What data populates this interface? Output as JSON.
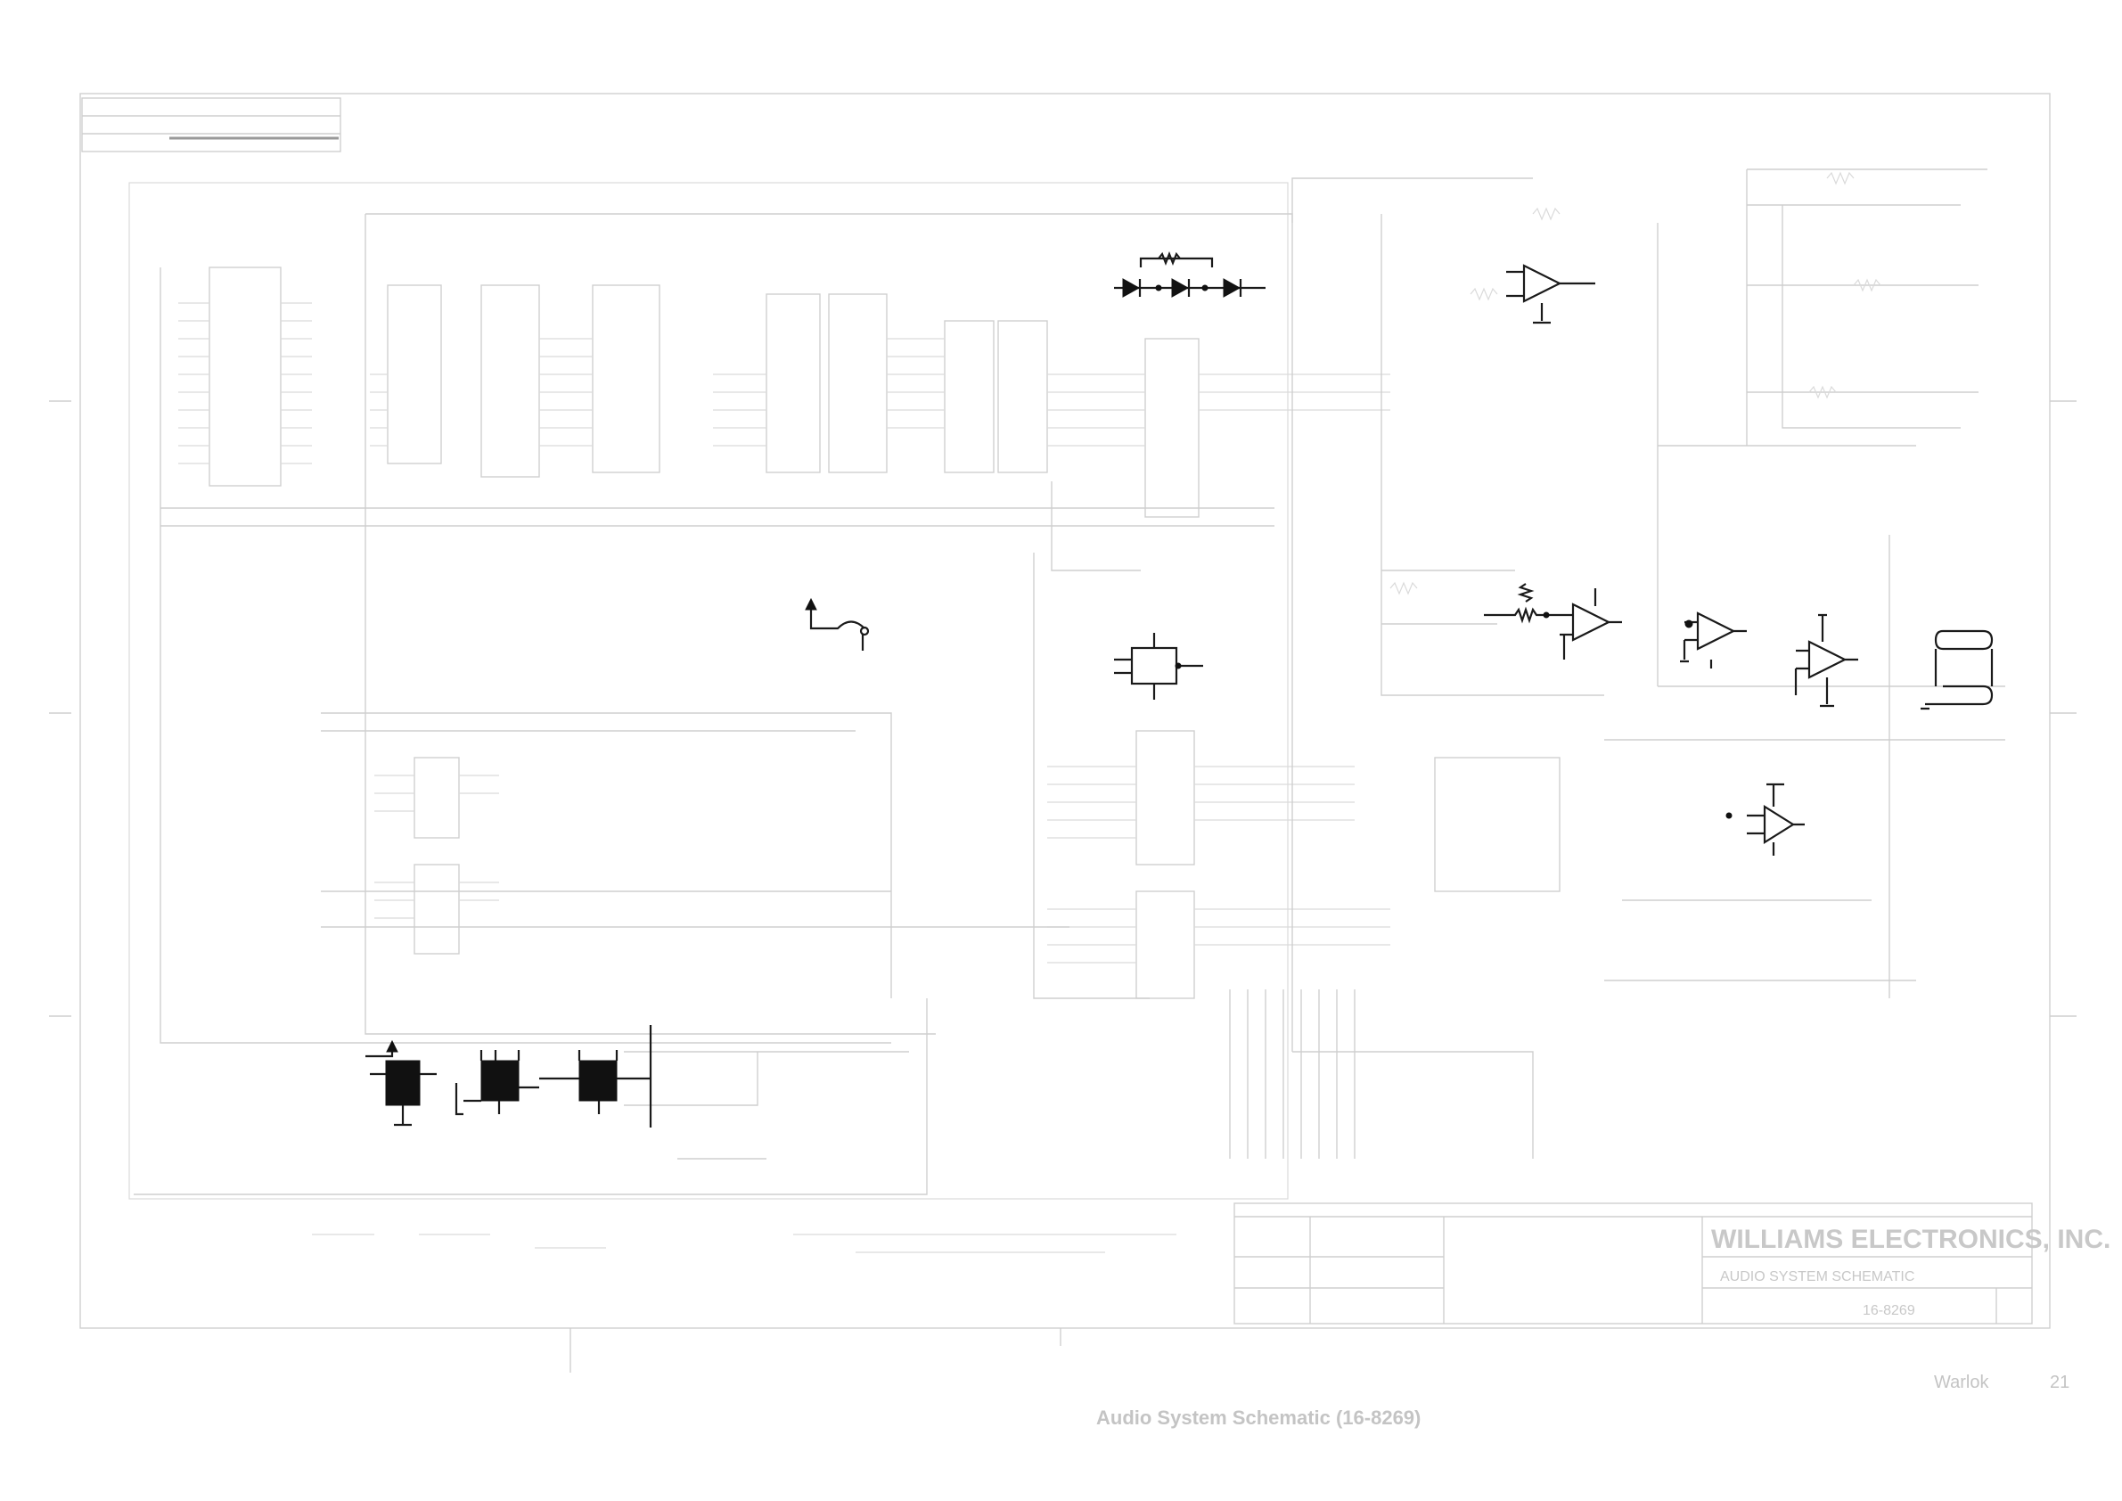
{
  "title_block": {
    "company": "WILLIAMS ELECTRONICS, INC.",
    "drawing_title": "AUDIO SYSTEM SCHEMATIC",
    "drawing_number": "16-8269"
  },
  "footer": {
    "manual_name": "Warlok",
    "page_number": "21",
    "caption": "Audio System Schematic (16-8269)"
  },
  "colors": {
    "faint_trace": "#cfcfcf",
    "dark_trace": "#1a1a1a",
    "caption_text": "#c4c4c4"
  }
}
